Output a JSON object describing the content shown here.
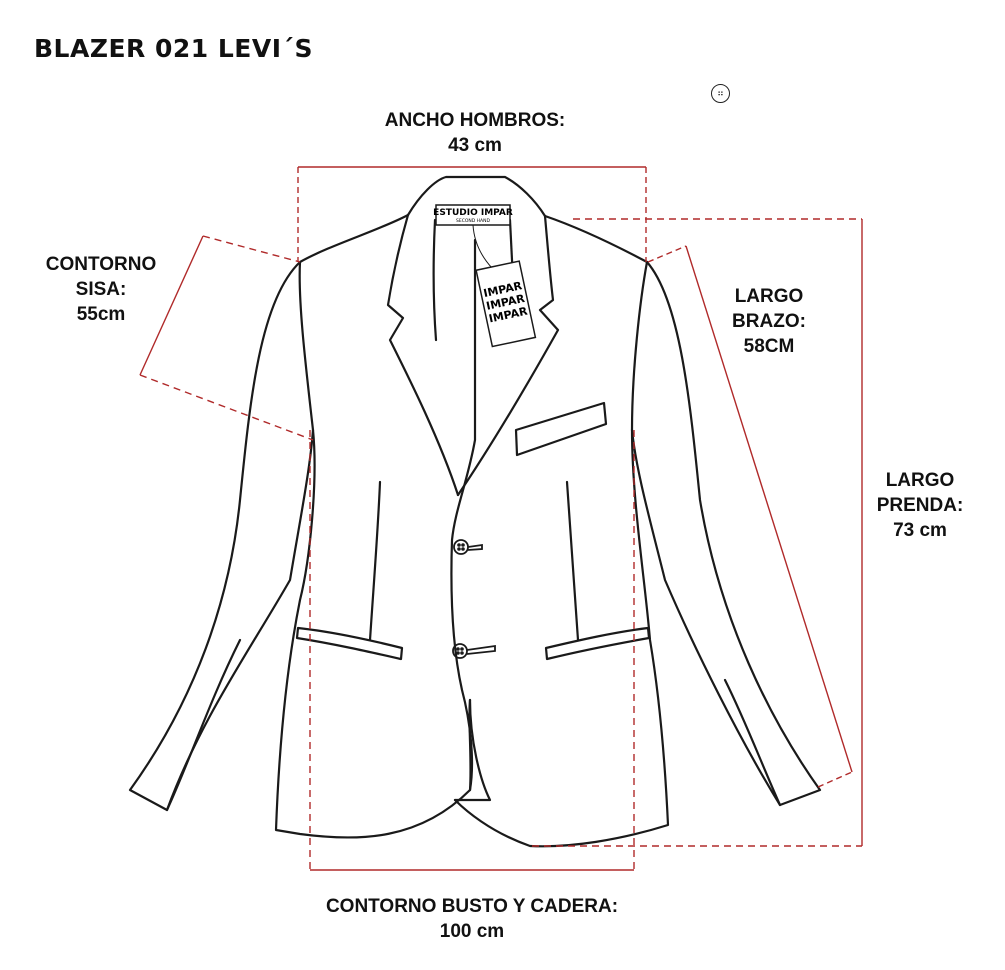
{
  "title": "BLAZER 021 LEVI´S",
  "measurements": {
    "shoulders": {
      "label": "ANCHO HOMBROS:",
      "value": "43 cm"
    },
    "armhole": {
      "label_line1": "CONTORNO",
      "label_line2": "SISA:",
      "value": "55cm"
    },
    "sleeve": {
      "label_line1": "LARGO",
      "label_line2": "BRAZO:",
      "value": "58CM"
    },
    "length": {
      "label_line1": "LARGO",
      "label_line2": "PRENDA:",
      "value": "73 cm"
    },
    "bust_hip": {
      "label": "CONTORNO BUSTO Y CADERA:",
      "value": "100 cm"
    }
  },
  "brand_label": {
    "line1": "ESTUDIO IMPAR",
    "line2": "SECOND HAND"
  },
  "hang_tag": {
    "line1": "IMPAR",
    "line2": "IMPAR",
    "line3": "IMPAR"
  },
  "colors": {
    "outline": "#1a1a1a",
    "guide": "#b02a2a",
    "background": "#ffffff"
  },
  "icons": {
    "top_right": "dots-circle-icon"
  }
}
